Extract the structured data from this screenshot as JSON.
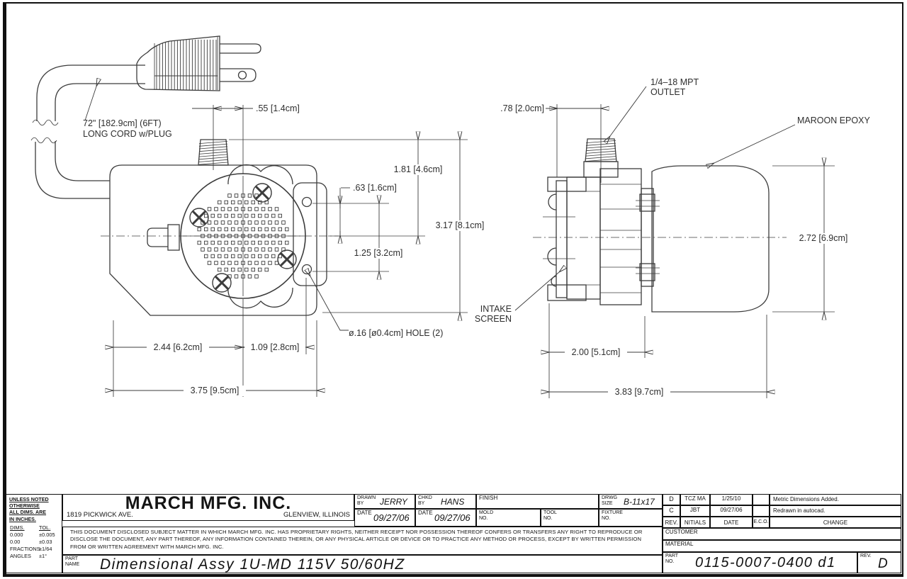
{
  "drawing": {
    "cord_note": {
      "line1": "72\" [182.9cm] (6FT)",
      "line2": "LONG CORD w/PLUG"
    },
    "front": {
      "dim_outlet_offset": ".55 [1.4cm]",
      "dim_outlet_height": "1.81 [4.6cm]",
      "dim_hole_to_center": ".63 [1.6cm]",
      "dim_total_height": "3.17 [8.1cm]",
      "dim_hole_spacing": "1.25 [3.2cm]",
      "hole_note": "ø.16 [ø0.4cm] HOLE (2)",
      "dim_left_width": "2.44 [6.2cm]",
      "dim_right_width": "1.09 [2.8cm]",
      "dim_total_width": "3.75 [9.5cm]"
    },
    "side": {
      "dim_outlet_offset": ".78 [2.0cm]",
      "outlet_note_line1": "1/4–18 MPT",
      "outlet_note_line2": "OUTLET",
      "epoxy_note": "MAROON EPOXY",
      "intake_note_line1": "INTAKE",
      "intake_note_line2": "SCREEN",
      "dim_height": "2.72 [6.9cm]",
      "dim_pump_length": "2.00 [5.1cm]",
      "dim_total_length": "3.83 [9.7cm]"
    }
  },
  "title_block": {
    "tolerance": {
      "note": "UNLESS NOTED\nOTHERWISE\nALL DIMS. ARE\nIN INCHES.",
      "dims_header": "DIMS.",
      "tol_header": "TOL.",
      "row1_dim": "0.000",
      "row1_tol": "±0.005",
      "row2_dim": "0.00",
      "row2_tol": "±0.03",
      "fractions_label": "FRACTIONS",
      "fractions_tol": "±1/64",
      "angles_label": "ANGLES",
      "angles_tol": "±1°"
    },
    "company": {
      "name": "MARCH MFG. INC.",
      "address": "1819 PICKWICK AVE.",
      "city": "GLENVIEW, ILLINOIS"
    },
    "fields": {
      "drawn_by_label": "DRAWN\nBY",
      "drawn_by": "JERRY",
      "chkd_by_label": "CHKD\nBY",
      "chkd_by": "HANS",
      "finish_label": "FINISH",
      "drwg_size_label": "DRWG\nSIZE",
      "drwg_size": "B-11x17",
      "date_label": "DATE",
      "date_drawn": "09/27/06",
      "date_chkd": "09/27/06",
      "mold_no_label": "MOLD\nNO.",
      "tool_no_label": "TOOL\nNO.",
      "fixture_no_label": "FIXTURE\nNO."
    },
    "proprietary": "THIS DOCUMENT DISCLOSED SUBJECT MATTER IN WHICH MARCH MFG. INC. HAS PROPRIETARY RIGHTS, NEITHER RECEIPT NOR POSSESSION THEREOF CONFERS OR TRANSFERS ANY RIGHT TO REPRODUCE OR DISCLOSE THE DOCUMENT, ANY PART THEREOF, ANY INFORMATION CONTAINED THEREIN, OR ANY PHYSICAL ARTICLE OR DEVICE OR TO PRACTICE ANY METHOD OR PROCESS, EXCEPT BY WRITTEN PERMISSION FROM OR WRITTEN AGREEMENT WITH MARCH MFG. INC.",
    "part_name_label": "PART\nNAME",
    "part_name": "Dimensional Assy 1U-MD 115V 50/60HZ",
    "revisions": {
      "headers": {
        "rev": "REV.",
        "initials": "NITIALS",
        "date": "DATE",
        "eco": "E.C.O.",
        "change": "CHANGE"
      },
      "rows": [
        {
          "rev": "D",
          "initials": "TCZ MA",
          "date": "1/25/10",
          "eco": "",
          "change": "Metric Dimensions Added."
        },
        {
          "rev": "C",
          "initials": "JBT",
          "date": "09/27/06",
          "eco": "",
          "change": "Redrawn in autocad."
        }
      ]
    },
    "customer_label": "CUSTOMER",
    "material_label": "MATERIAL",
    "part_no_label": "PART\nNO.",
    "part_no": "0115-0007-0400 d1",
    "rev_label": "REV.",
    "rev": "D"
  }
}
